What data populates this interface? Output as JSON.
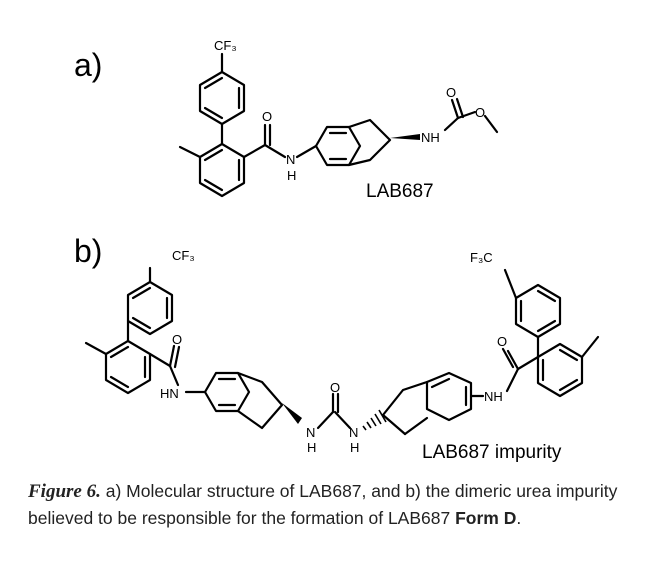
{
  "panels": {
    "a": {
      "label": "a)",
      "compound_name": "LAB687",
      "atoms": {
        "cf3": "CF₃",
        "carbonyl_o": "O",
        "nh_amide": "N",
        "h_amide": "H",
        "nh_carbamate": "NH",
        "carbamate_o": "O"
      }
    },
    "b": {
      "label": "b)",
      "compound_name": "LAB687 impurity",
      "atoms": {
        "cf3_left": "CF₃",
        "cf3_right": "F₃C",
        "o_left": "O",
        "o_right": "O",
        "o_urea": "O",
        "hn_left": "HN",
        "nh_right": "NH",
        "n_urea_left": "N",
        "h_urea_left": "H",
        "n_urea_right": "N",
        "h_urea_right": "H"
      }
    }
  },
  "caption": {
    "figure_label": "Figure 6.",
    "text_1": " a) Molecular structure of LAB687, and b) the dimeric urea impurity believed to be responsible for the formation of LAB687 ",
    "form": "Form D",
    "end": "."
  }
}
